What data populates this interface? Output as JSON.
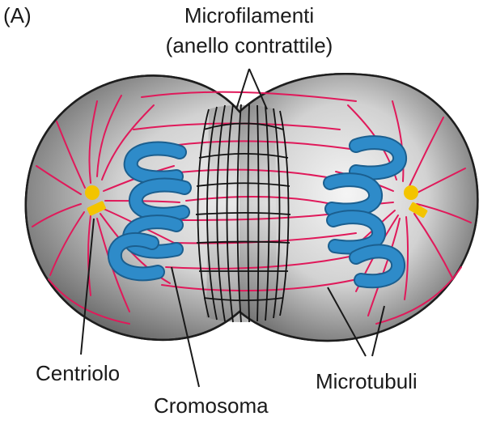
{
  "figure": {
    "panel_label": "(A)",
    "labels": {
      "microfilaments_line1": "Microfilamenti",
      "microfilaments_line2": "(anello contrattile)",
      "centriole": "Centriolo",
      "chromosome": "Cromosoma",
      "microtubules": "Microtubuli"
    }
  },
  "colors": {
    "cell_fill_center": "#f4f4f4",
    "cell_fill_edge": "#6f6f6f",
    "cell_outline": "#1e1e1e",
    "microtubule": "#e0195a",
    "microfilament": "#111111",
    "chromosome": "#2e8bc9",
    "chromosome_outline": "#1b5f8f",
    "centriole": "#f3c400",
    "leader_line": "#1a1a1a"
  },
  "icons": {
    "centriole": "yellow-dot-and-bar",
    "chromosome": "blue-u-shape"
  }
}
